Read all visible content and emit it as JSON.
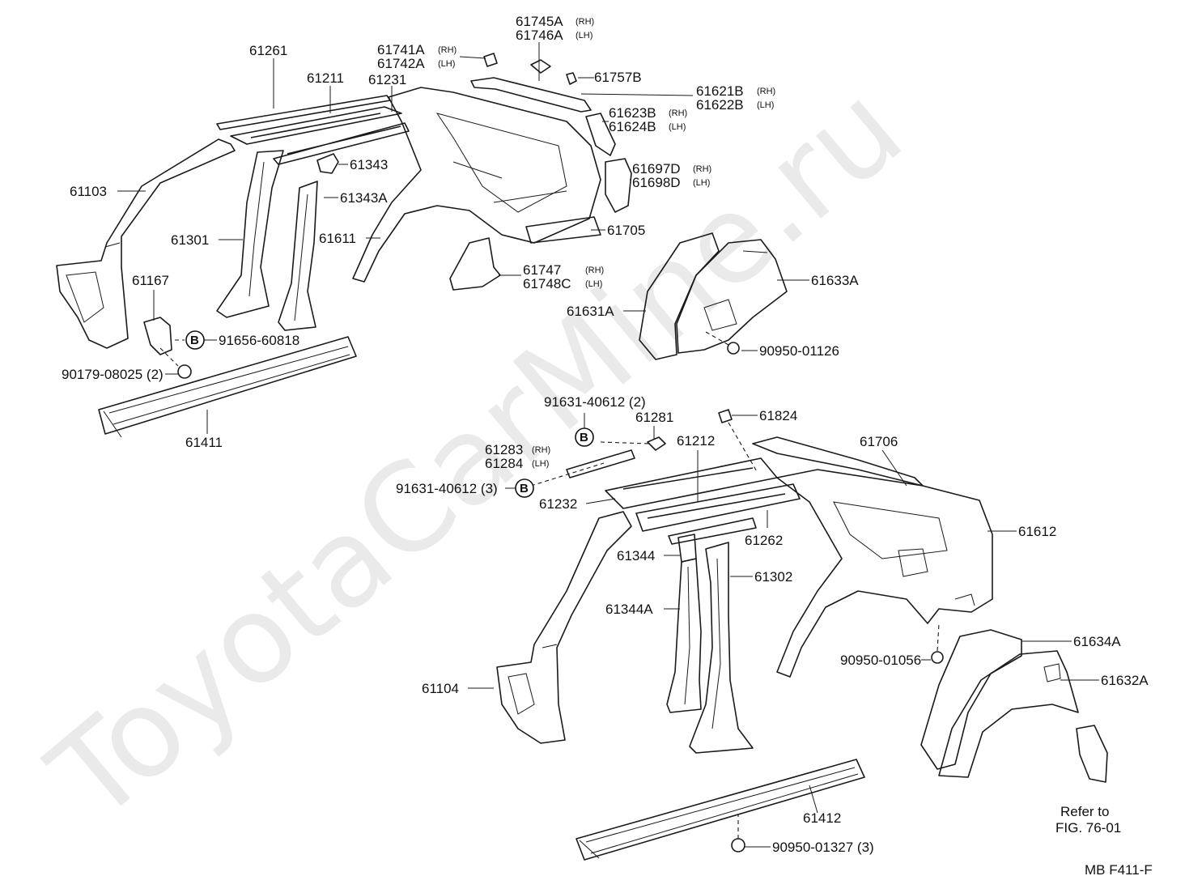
{
  "watermark": "ToyotaCarMine.ru",
  "footer_code": "MB  F411-F",
  "colors": {
    "line": "#1a1a1a",
    "watermark": "#d9d9d9",
    "background": "#ffffff"
  },
  "fastener_letter": "B",
  "refer_note": {
    "line1": "Refer to",
    "line2": "FIG. 76-01"
  },
  "labels": {
    "p61745A": "61745A",
    "p61745A_side": "(RH)",
    "p61746A": "61746A",
    "p61746A_side": "(LH)",
    "p61261": "61261",
    "p61741A": "61741A",
    "p61741A_side": "(RH)",
    "p61742A": "61742A",
    "p61742A_side": "(LH)",
    "p61757B": "61757B",
    "p61211": "61211",
    "p61231": "61231",
    "p61621B": "61621B",
    "p61621B_side": "(RH)",
    "p61622B": "61622B",
    "p61622B_side": "(LH)",
    "p61623B": "61623B",
    "p61623B_side": "(RH)",
    "p61624B": "61624B",
    "p61624B_side": "(LH)",
    "p61343": "61343",
    "p61697D": "61697D",
    "p61697D_side": "(RH)",
    "p61698D": "61698D",
    "p61698D_side": "(LH)",
    "p61103": "61103",
    "p61343A": "61343A",
    "p61705": "61705",
    "p61301": "61301",
    "p61611": "61611",
    "p61633A": "61633A",
    "p61747": "61747",
    "p61747_side": "(RH)",
    "p61748C": "61748C",
    "p61748C_side": "(LH)",
    "p61167": "61167",
    "p61631A": "61631A",
    "p91656": "91656-60818",
    "p90950_01126": "90950-01126",
    "p90179": "90179-08025 (2)",
    "p61411": "61411",
    "p91631_2": "91631-40612 (2)",
    "p61281": "61281",
    "p61824": "61824",
    "p61212": "61212",
    "p61706": "61706",
    "p61283": "61283",
    "p61283_side": "(RH)",
    "p61284": "61284",
    "p61284_side": "(LH)",
    "p91631_3": "91631-40612 (3)",
    "p61232": "61232",
    "p61262": "61262",
    "p61612": "61612",
    "p61344": "61344",
    "p61302": "61302",
    "p61344A": "61344A",
    "p61634A": "61634A",
    "p90950_01056": "90950-01056",
    "p61632A": "61632A",
    "p61104": "61104",
    "p61412": "61412",
    "p90950_01327": "90950-01327 (3)"
  }
}
